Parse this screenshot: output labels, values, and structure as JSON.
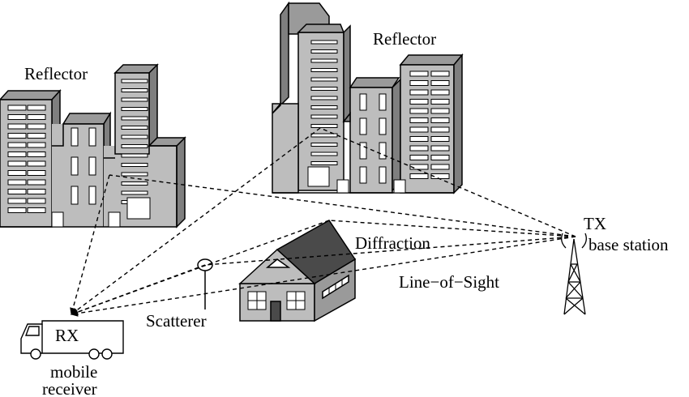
{
  "labels": {
    "reflector_left": "Reflector",
    "reflector_right": "Reflector",
    "diffraction": "Diffraction",
    "line_of_sight": "Line−of−Sight",
    "scatterer": "Scatterer",
    "tx": "TX",
    "base_station": "base station",
    "rx": "RX",
    "mobile": "mobile",
    "receiver": "receiver"
  },
  "colors": {
    "facade": "#bdbdbd",
    "side_dark": "#7f7f7f",
    "roof_dark": "#4a4a4a",
    "line": "#000000",
    "window": "#ffffff"
  },
  "icons": {
    "tower": "lattice-tower-icon",
    "vehicle": "van-icon",
    "scatterer": "lamp-post-icon"
  }
}
